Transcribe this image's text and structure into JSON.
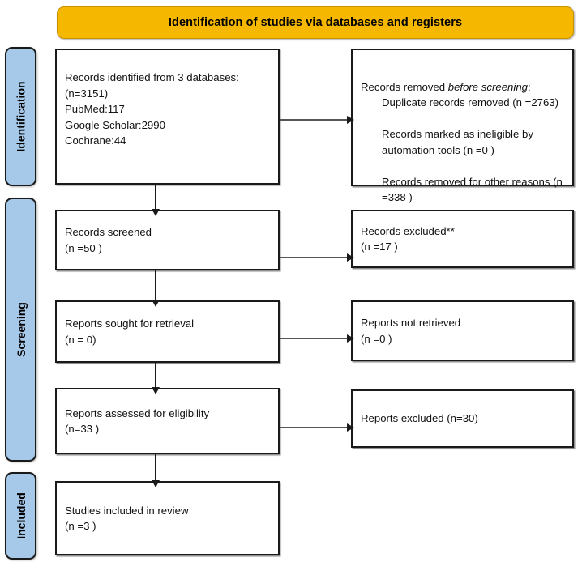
{
  "header": {
    "title": "Identification of studies via databases and registers",
    "banner_color": "#F5B700"
  },
  "stages": {
    "identification": "Identification",
    "screening": "Screening",
    "included": "Included",
    "bar_color": "#A6C9E9"
  },
  "boxes": {
    "identified": {
      "text": "Records identified from 3 databases: (n=3151)\nPubMed:117\nGoogle Scholar:2990\nCochrane:44"
    },
    "removed": {
      "heading_lead": "Records removed ",
      "heading_italic": "before screening",
      "heading_tail": ":",
      "items": [
        "Duplicate records removed  (n =2763)",
        "Records marked as ineligible by automation tools (n =0 )",
        "Records removed for other reasons (n =338 )"
      ]
    },
    "screened": {
      "text": "Records screened\n(n =50 )"
    },
    "excluded": {
      "text": "Records excluded**\n(n =17 )"
    },
    "sought": {
      "text": "Reports sought for retrieval\n(n = 0)"
    },
    "not_retrieved": {
      "text": "Reports not retrieved\n(n =0 )"
    },
    "assessed": {
      "text": "Reports assessed for eligibility\n(n=33 )"
    },
    "reports_excluded": {
      "text": "Reports excluded (n=30)"
    },
    "included": {
      "text": "Studies included in review\n(n =3 )"
    }
  }
}
